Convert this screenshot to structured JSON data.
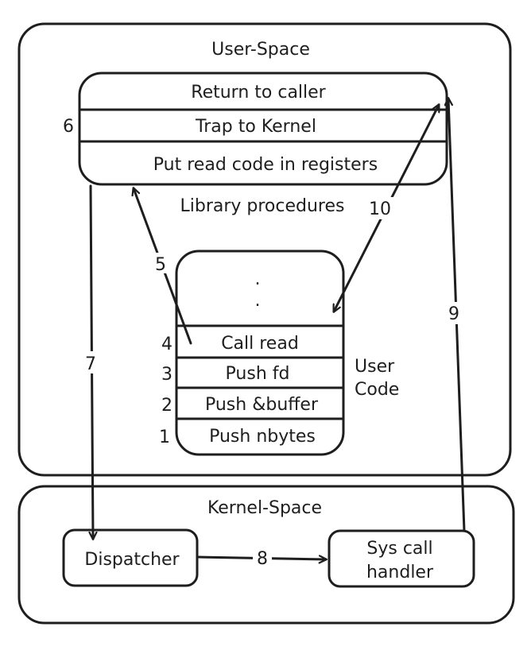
{
  "regions": {
    "user_space": "User-Space",
    "kernel_space": "Kernel-Space"
  },
  "library": {
    "rows": [
      "Return to caller",
      "Trap to Kernel",
      "Put read code in registers"
    ],
    "caption": "Library procedures"
  },
  "user_code": {
    "dots": [
      ".",
      "."
    ],
    "rows": [
      "Call read",
      "Push fd",
      "Push &buffer",
      "Push nbytes"
    ],
    "row_numbers": [
      "4",
      "3",
      "2",
      "1"
    ],
    "caption_line1": "User",
    "caption_line2": "Code"
  },
  "kernel": {
    "dispatcher": "Dispatcher",
    "handler_line1": "Sys call",
    "handler_line2": "handler"
  },
  "steps": {
    "s5": "5",
    "s6": "6",
    "s7": "7",
    "s8": "8",
    "s9": "9",
    "s10": "10"
  }
}
